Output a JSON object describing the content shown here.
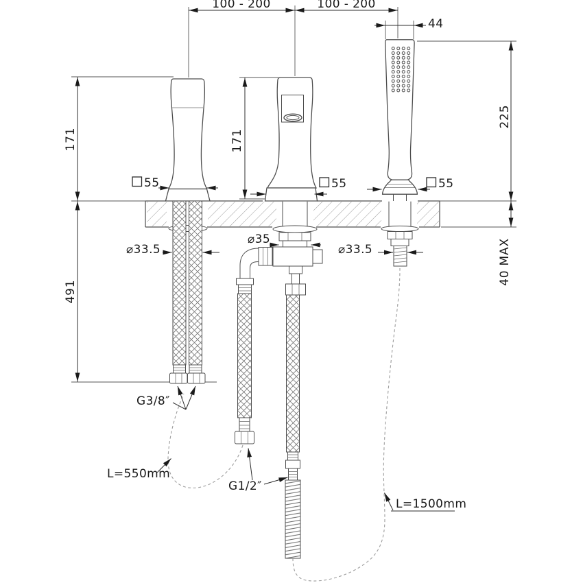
{
  "drawing": {
    "type": "installation dimension drawing",
    "subject": "3-hole deck-mounted bath mixer with handshower"
  },
  "labels": {
    "span_left": "100 - 200",
    "span_right": "100 - 200",
    "width_44": "44",
    "h171_left": "171",
    "h171_mid": "171",
    "h225": "225",
    "max40": "40 MAX",
    "d491": "491",
    "sq55_left": "55",
    "sq55_mid": "55",
    "sq55_right": "55",
    "dia_left": "⌀33.5",
    "dia_mid": "⌀35",
    "dia_right": "⌀33.5",
    "g38": "G3/8″",
    "g12": "G1/2″",
    "l550": "L=550mm",
    "l1500": "L=1500mm"
  },
  "colors": {
    "outline": "#4d4d4d",
    "dimension": "#2b2b2b",
    "text": "#1a1a1a",
    "hatch": "#9b9b9b",
    "dashed_hose": "#9c9c9c",
    "background": "#ffffff"
  }
}
